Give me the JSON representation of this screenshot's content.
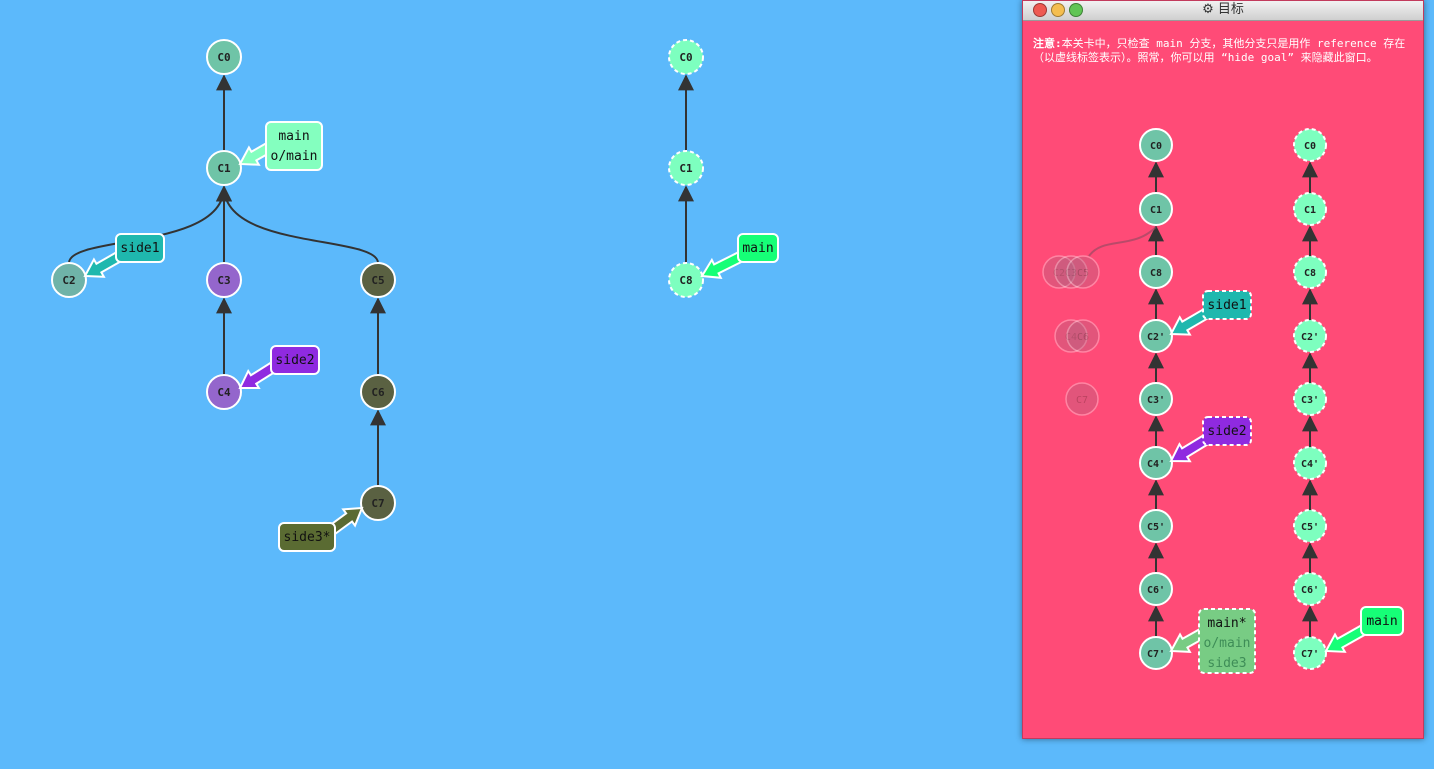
{
  "main_tree": {
    "commits": [
      {
        "id": "C0",
        "color": "#6fc4a7"
      },
      {
        "id": "C1",
        "color": "#6fc4a7"
      },
      {
        "id": "C2",
        "color": "#6fb3a8"
      },
      {
        "id": "C3",
        "color": "#9466cc"
      },
      {
        "id": "C4",
        "color": "#9466cc"
      },
      {
        "id": "C5",
        "color": "#5a6142"
      },
      {
        "id": "C6",
        "color": "#5a6142"
      },
      {
        "id": "C7",
        "color": "#5a6142"
      }
    ],
    "edges": [
      [
        "C1",
        "C0"
      ],
      [
        "C2",
        "C1"
      ],
      [
        "C3",
        "C1"
      ],
      [
        "C5",
        "C1"
      ],
      [
        "C4",
        "C3"
      ],
      [
        "C6",
        "C5"
      ],
      [
        "C7",
        "C6"
      ]
    ],
    "branches": [
      {
        "name": "main",
        "extra": "o/main",
        "target": "C1",
        "color": "#84ffbf"
      },
      {
        "name": "side1",
        "target": "C2",
        "color": "#1fb8ae"
      },
      {
        "name": "side2",
        "target": "C4",
        "color": "#8f2ae0"
      },
      {
        "name": "side3*",
        "target": "C7",
        "color": "#5a6b32"
      }
    ]
  },
  "origin_tree": {
    "commits": [
      {
        "id": "C0",
        "color": "#7dffbf"
      },
      {
        "id": "C1",
        "color": "#7dffbf"
      },
      {
        "id": "C8",
        "color": "#7dffbf"
      }
    ],
    "edges": [
      [
        "C1",
        "C0"
      ],
      [
        "C8",
        "C1"
      ]
    ],
    "branches": [
      {
        "name": "main",
        "target": "C8",
        "color": "#16ff77"
      }
    ]
  },
  "goal_window": {
    "title": "目标",
    "settings_icon": "gear-icon",
    "note_bold": "注意:",
    "note_text": "本关卡中，只检查 main 分支，其他分支只是用作 reference 存在（以虚线标签表示）。照常，你可以用 “hide goal” 来隐藏此窗口。",
    "local_commits": [
      "C0",
      "C1",
      "C8",
      "C2'",
      "C3'",
      "C4'",
      "C5'",
      "C6'",
      "C7'"
    ],
    "ghost_commits": [
      "C2",
      "C3",
      "C5",
      "C4",
      "C6",
      "C7"
    ],
    "remote_commits": [
      "C0",
      "C1",
      "C8",
      "C2'",
      "C3'",
      "C4'",
      "C5'",
      "C6'",
      "C7'"
    ],
    "local_branches": [
      {
        "name": "side1",
        "target": "C2'",
        "color": "#1fb8ae"
      },
      {
        "name": "side2",
        "target": "C4'",
        "color": "#8f2ae0"
      },
      {
        "name": "main*",
        "extra1": "o/main",
        "extra2": "side3",
        "target": "C7'",
        "color": "#78cc84"
      }
    ],
    "remote_branches": [
      {
        "name": "main",
        "target": "C7'",
        "color": "#16ff77"
      }
    ],
    "commit_color": "#6fc4a7",
    "remote_color": "#7dffbf",
    "background": "#ff4b77"
  },
  "colors": {
    "background": "#5cb9fb",
    "edge": "#333333"
  }
}
